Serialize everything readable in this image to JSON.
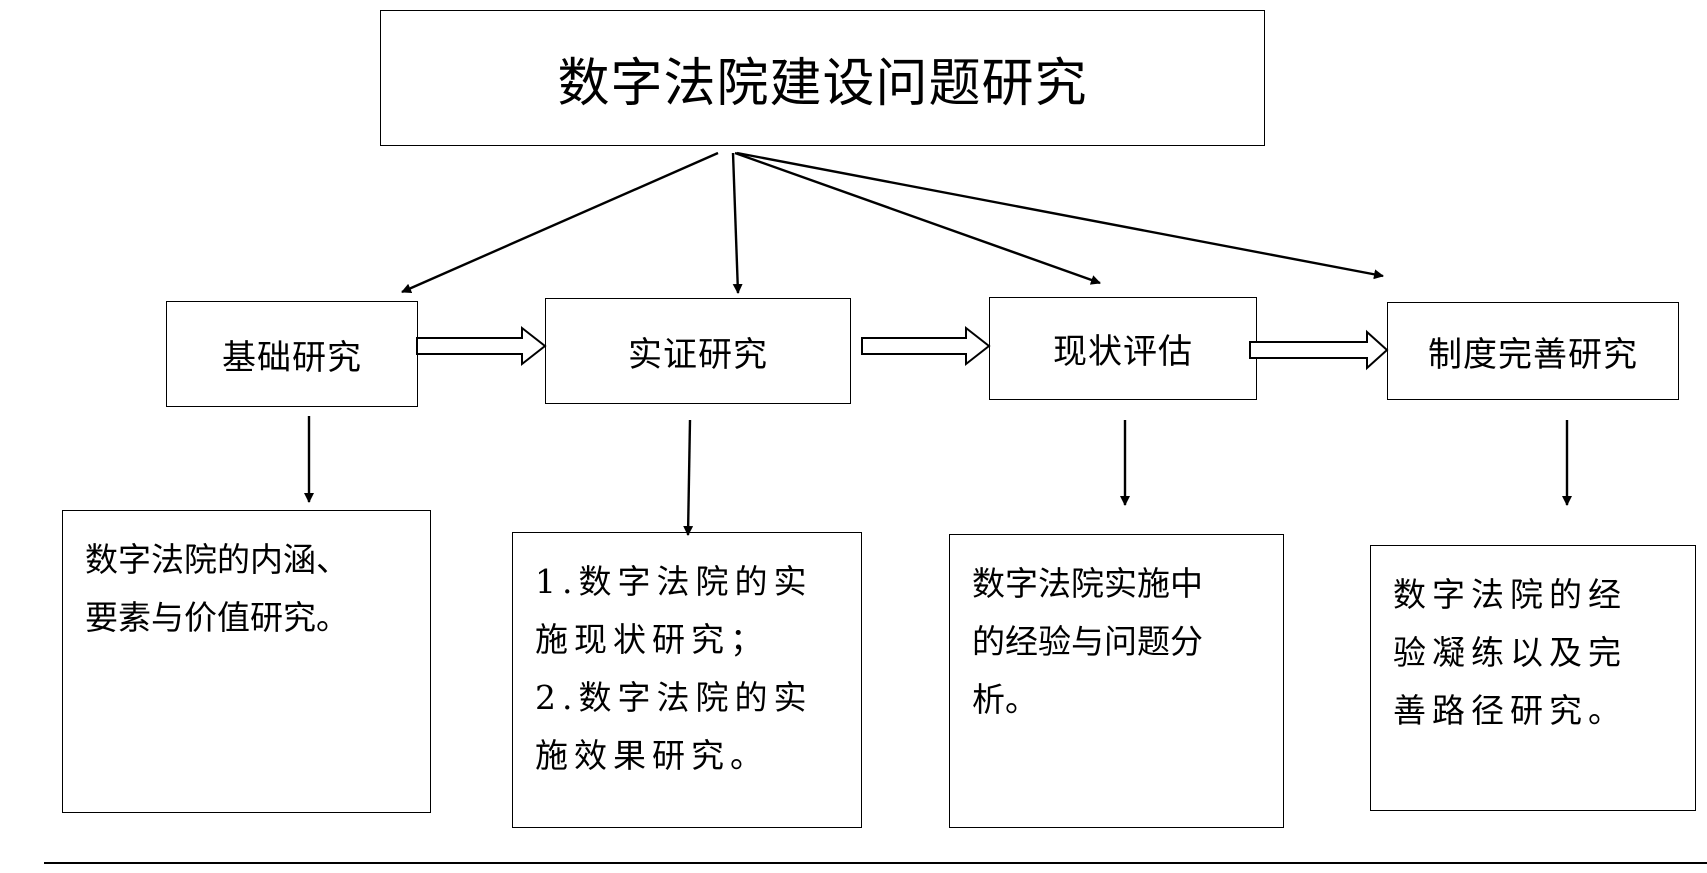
{
  "title": "数字法院建设问题研究",
  "stages": [
    {
      "label": "基础研究",
      "detail": [
        "数字法院的内涵、",
        "要素与价值研究。"
      ]
    },
    {
      "label": "实证研究",
      "detail": [
        "1.数字法院的实",
        "施现状研究；",
        "2.数字法院的实",
        "施效果研究。"
      ]
    },
    {
      "label": "现状评估",
      "detail": [
        "数字法院实施中",
        "的经验与问题分",
        "析。"
      ]
    },
    {
      "label": "制度完善研究",
      "detail": [
        "数字法院的经",
        "验凝练以及完",
        "善路径研究。"
      ]
    }
  ]
}
